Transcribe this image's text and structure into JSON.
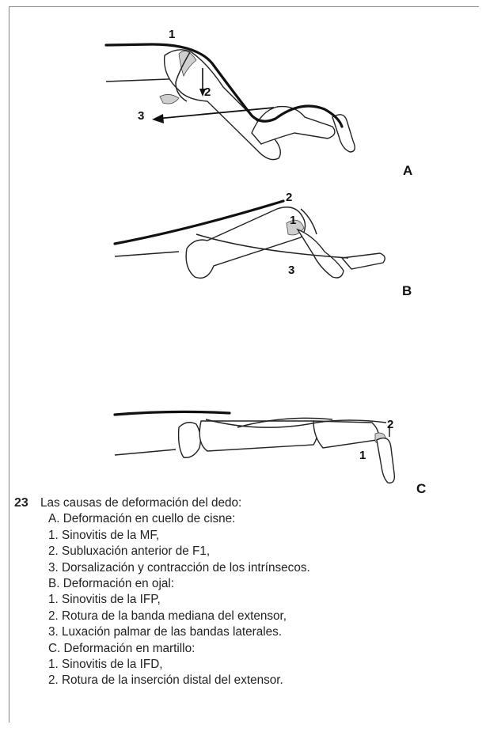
{
  "figure": {
    "panel_labels": {
      "a": "A",
      "b": "B",
      "c": "C"
    },
    "markers": {
      "a": [
        "1",
        "2",
        "3"
      ],
      "b": [
        "1",
        "2",
        "3"
      ],
      "c": [
        "1",
        "2"
      ]
    }
  },
  "caption": {
    "number": "23",
    "lines": [
      "Las causas de deformación del dedo:",
      "A. Deformación en cuello de cisne:",
      "1. Sinovitis de la MF,",
      "2. Subluxación anterior de F1,",
      "3. Dorsalización y contracción de los intrínsecos.",
      "B. Deformación en ojal:",
      "1. Sinovitis de la IFP,",
      "2. Rotura de la banda mediana del extensor,",
      "3. Luxación palmar de las bandas laterales.",
      "C. Deformación en martillo:",
      "1. Sinovitis de la IFD,",
      "2. Rotura de la inserción distal del extensor."
    ]
  }
}
